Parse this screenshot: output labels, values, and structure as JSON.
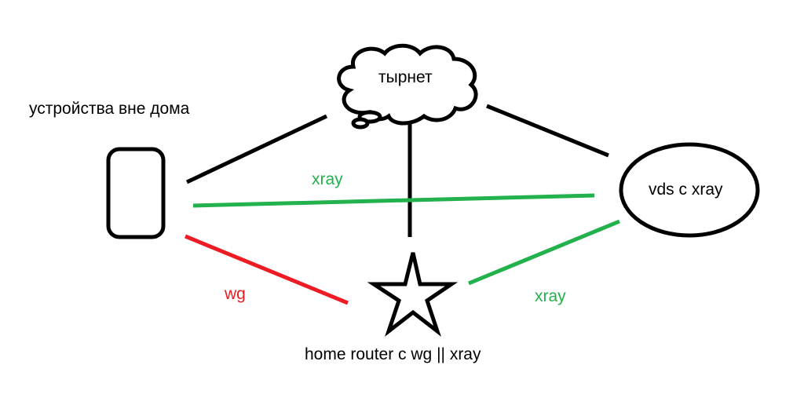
{
  "nodes": {
    "internet": "тырнет",
    "devices": "устройства вне дома",
    "vds": "vds с xray",
    "router": "home router с wg || xray"
  },
  "links": {
    "devices_vds": "xray",
    "devices_router": "wg",
    "router_vds": "xray"
  },
  "colors": {
    "xray": "#22b14c",
    "wg": "#ed1c24",
    "line": "#000000"
  }
}
